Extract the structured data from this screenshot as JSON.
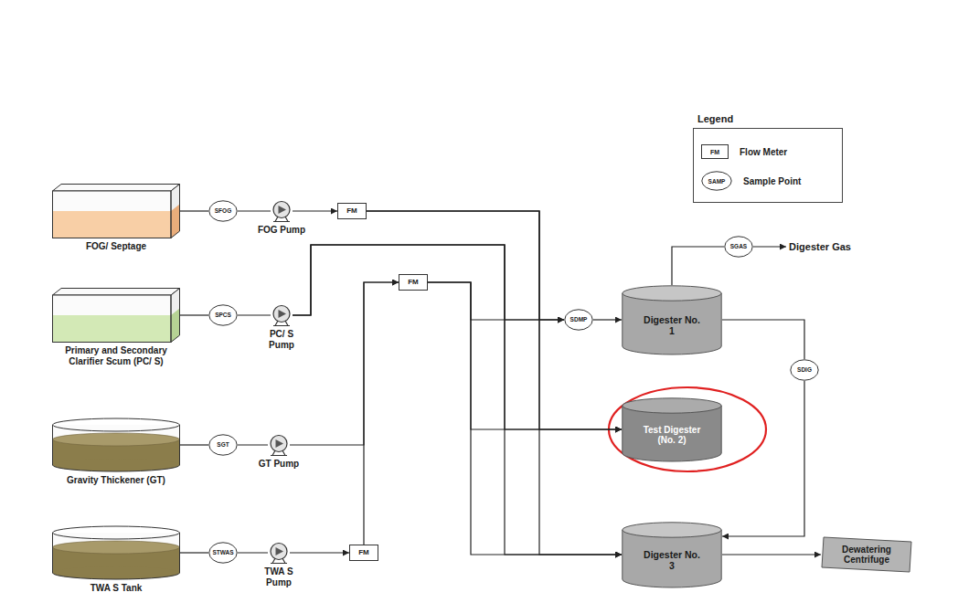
{
  "diagram": {
    "nodes": [
      {
        "text": [
          "FOG/ Septage"
        ]
      },
      {
        "text": [
          "SFOG"
        ]
      },
      {
        "text": [
          "FOG Pump"
        ]
      },
      {
        "text": [
          "FM"
        ]
      },
      {
        "text": [
          "Primary and Secondary Clarifier Scum (PC/ S)"
        ]
      },
      {
        "text": [
          "SPCS"
        ]
      },
      {
        "text": [
          "PC/ S Pump"
        ]
      },
      {
        "text": [
          "FM"
        ]
      },
      {
        "text": [
          "Gravity Thickener (GT)"
        ]
      },
      {
        "text": [
          "SGT"
        ]
      },
      {
        "text": [
          "GT Pump"
        ]
      },
      {
        "text": [
          "TWA S Tank"
        ]
      },
      {
        "text": [
          "STWAS"
        ]
      },
      {
        "text": [
          "TWA S Pump"
        ]
      },
      {
        "text": [
          "FM"
        ]
      },
      {
        "text": [
          "SDMP"
        ]
      },
      {
        "text": [
          "Digester No. 1"
        ]
      },
      {
        "text": [
          "SGAS"
        ]
      },
      {
        "text": [
          "Digester Gas"
        ]
      },
      {
        "text": [
          "Test Digester (No. 2)"
        ]
      },
      {
        "text": [
          "SDIG"
        ]
      },
      {
        "text": [
          "Digester No. 3"
        ]
      },
      {
        "text": [
          "Dewatering Centrifuge"
        ]
      }
    ],
    "edges": [
      {
        "from": 0,
        "to": 1,
        "arrow": "none"
      },
      {
        "from": 1,
        "to": 2,
        "arrow": "none"
      },
      {
        "from": 2,
        "to": 3,
        "arrow": "to"
      },
      {
        "from": 3,
        "to": 15,
        "arrow": "to"
      },
      {
        "from": 3,
        "to": 19,
        "arrow": "to"
      },
      {
        "from": 3,
        "to": 21,
        "arrow": "to"
      },
      {
        "from": 4,
        "to": 5,
        "arrow": "none"
      },
      {
        "from": 5,
        "to": 6,
        "arrow": "none"
      },
      {
        "from": 6,
        "to": 15,
        "arrow": "to"
      },
      {
        "from": 6,
        "to": 19,
        "arrow": "to"
      },
      {
        "from": 6,
        "to": 21,
        "arrow": "to"
      },
      {
        "from": 8,
        "to": 9,
        "arrow": "none"
      },
      {
        "from": 9,
        "to": 10,
        "arrow": "none"
      },
      {
        "from": 10,
        "to": 7,
        "arrow": "to"
      },
      {
        "from": 11,
        "to": 12,
        "arrow": "none"
      },
      {
        "from": 12,
        "to": 13,
        "arrow": "none"
      },
      {
        "from": 13,
        "to": 14,
        "arrow": "to"
      },
      {
        "from": 14,
        "to": 7,
        "arrow": "to"
      },
      {
        "from": 7,
        "to": 15,
        "arrow": "to"
      },
      {
        "from": 7,
        "to": 19,
        "arrow": "to"
      },
      {
        "from": 7,
        "to": 21,
        "arrow": "to"
      },
      {
        "from": 15,
        "to": 16,
        "arrow": "to"
      },
      {
        "from": 16,
        "to": 17,
        "arrow": "none"
      },
      {
        "from": 17,
        "to": 18,
        "arrow": "to"
      },
      {
        "from": 16,
        "to": 20,
        "arrow": "none"
      },
      {
        "from": 20,
        "to": 21,
        "arrow": "to"
      },
      {
        "from": 21,
        "to": 22,
        "arrow": "to"
      }
    ],
    "labels": [
      "Legend",
      "FM",
      "SAMP"
    ],
    "legend": [
      {
        "text": "Flow Meter"
      },
      {
        "text": "Sample Point"
      }
    ]
  }
}
